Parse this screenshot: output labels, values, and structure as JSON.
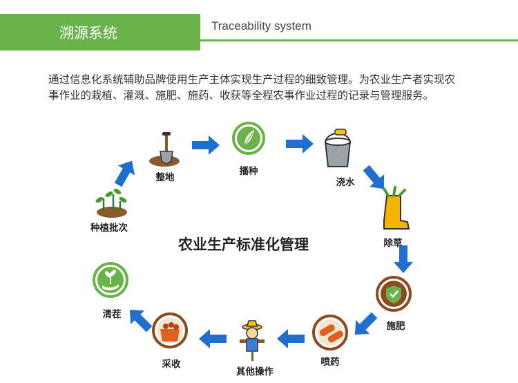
{
  "header": {
    "title": "溯源系统",
    "subtitle": "Traceability system"
  },
  "intro": {
    "text": "通过信息化系统辅助品牌使用生产主体实现生产过程的细致管理。为农业生产者实现农事作业的栽植、灌溉、施肥、施药、收获等全程农事作业过程的记录与管理服务。"
  },
  "diagram": {
    "center_title": "农业生产标准化管理",
    "steps": [
      {
        "label": "整地",
        "icon": "shovel-icon"
      },
      {
        "label": "播种",
        "icon": "sprout-icon"
      },
      {
        "label": "浇水",
        "icon": "bucket-icon"
      },
      {
        "label": "除草",
        "icon": "boot-icon"
      },
      {
        "label": "施肥",
        "icon": "shield-check-icon"
      },
      {
        "label": "喷药",
        "icon": "capsule-icon"
      },
      {
        "label": "其他操作",
        "icon": "scarecrow-icon"
      },
      {
        "label": "采收",
        "icon": "basket-icon"
      },
      {
        "label": "清茬",
        "icon": "hand-plant-icon"
      },
      {
        "label": "种植批次",
        "icon": "seedlings-icon"
      }
    ],
    "colors": {
      "accent_green": "#6ab24a",
      "arrow_blue": "#1f6fd1"
    }
  }
}
